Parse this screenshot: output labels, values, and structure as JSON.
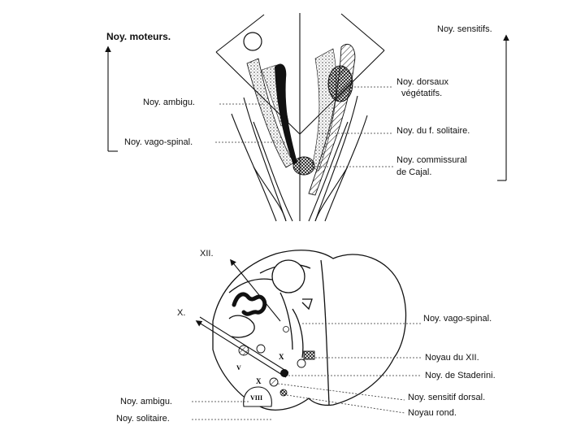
{
  "top": {
    "motor_header": "Noy. moteurs.",
    "sensory_header": "Noy. sensitifs.",
    "labels": {
      "ambigu": "Noy. ambigu.",
      "vago_spinal": "Noy. vago-spinal.",
      "dorsaux_1": "Noy. dorsaux",
      "dorsaux_2": "végétatifs.",
      "solitaire": "Noy. du f. solitaire.",
      "commissural_1": "Noy. commissural",
      "commissural_2": "de Cajal."
    }
  },
  "bottom": {
    "nerve_xii": "XII.",
    "nerve_x": "X.",
    "labels": {
      "vago_spinal": "Noy. vago-spinal.",
      "noyau_xii": "Noyau du XII.",
      "staderini": "Noy. de Staderini.",
      "sensitif_dorsal": "Noy. sensitif dorsal.",
      "noyau_rond": "Noyau rond.",
      "ambigu": "Noy. ambigu.",
      "solitaire": "Noy. solitaire."
    },
    "section_marks": {
      "v": "V",
      "x_left": "X",
      "x_right": "X",
      "viii": "VIII"
    }
  }
}
